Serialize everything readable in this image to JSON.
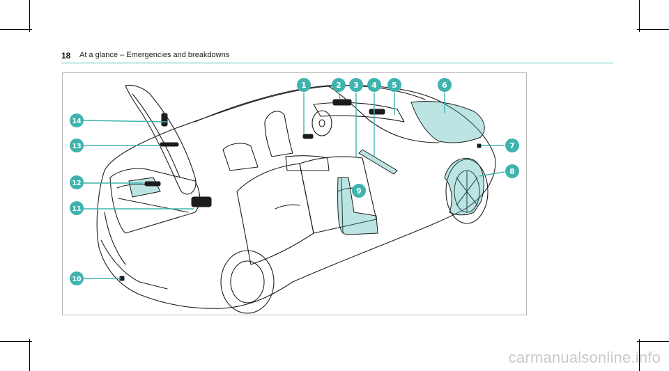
{
  "header": {
    "page_number": "18",
    "section_title": "At a glance – Emergencies and breakdowns"
  },
  "figure": {
    "callouts": [
      "1",
      "2",
      "3",
      "4",
      "5",
      "6",
      "7",
      "8",
      "9",
      "10",
      "11",
      "12",
      "13",
      "14"
    ],
    "accent_color": "#3fb3ae",
    "line_color": "#1c1c1c"
  },
  "watermark": "carmanualsonline.info"
}
